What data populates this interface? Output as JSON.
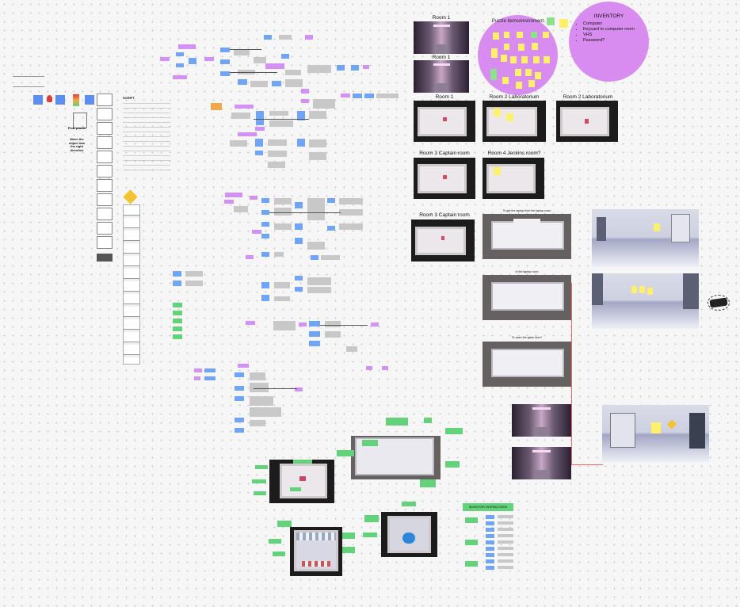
{
  "rooms": {
    "room1_a": "Room 1",
    "room1_b": "Room 1",
    "room1_c": "Room 1",
    "lab_a": "Room 2 Laboratorium",
    "lab_b": "Room 2 Laboratorium",
    "captain_a": "Room 3 Captain room",
    "jenkins": "Room 4 Jenkins room?",
    "captain_b": "Room 3 Captain room"
  },
  "puzzle": {
    "title": "Puzzle items/enviroment"
  },
  "inventory": {
    "title": "INVENTORY",
    "items": [
      "Computer",
      "Keycard to computer room",
      "VHS",
      "Password?"
    ]
  },
  "captions": {
    "laptop": "To get the laptop from the laptop room",
    "laptop_room": "In the laptop room",
    "glass_door": "To open the glass door?"
  },
  "storyboard": {
    "script_title": "SCRIPT",
    "flow_label": "Flow puzzle",
    "flow_text": "Move the object into the right direction"
  },
  "interactions": {
    "title": "INVENTORY INTERACTIONS"
  },
  "colors": {
    "circle": "#d88cf0",
    "sticky_yellow": "#fef06a",
    "sticky_green": "#63d27a",
    "flow_blue": "#6fa4f6",
    "flow_grey": "#c8c8c8",
    "flow_purple": "#d391f5"
  }
}
